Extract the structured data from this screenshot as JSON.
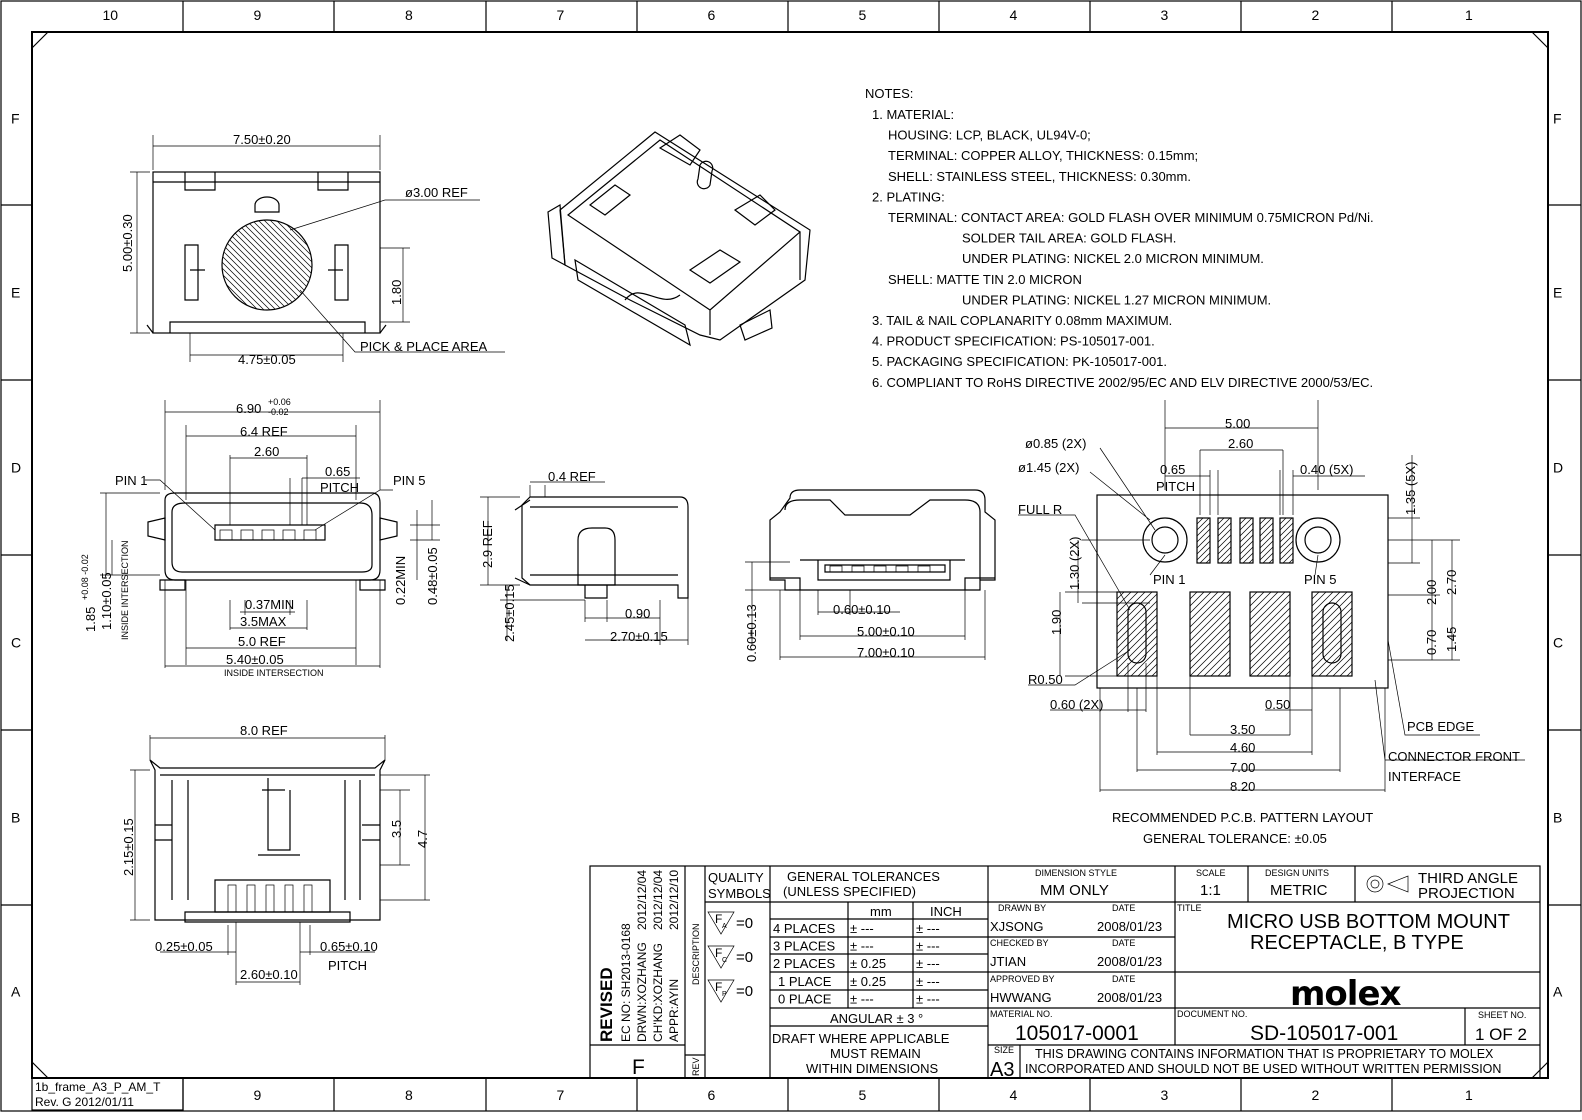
{
  "frame": {
    "columns": [
      "10",
      "9",
      "8",
      "7",
      "6",
      "5",
      "4",
      "3",
      "2",
      "1"
    ],
    "rows": [
      "F",
      "E",
      "D",
      "C",
      "B",
      "A"
    ],
    "template_name": "1b_frame_A3_P_AM_T",
    "template_rev": "Rev. G 2012/01/11"
  },
  "notes": {
    "heading": "NOTES:",
    "lines": [
      "1. MATERIAL:",
      "HOUSING: LCP, BLACK, UL94V-0;",
      "TERMINAL: COPPER ALLOY, THICKNESS: 0.15mm;",
      "SHELL: STAINLESS STEEL, THICKNESS: 0.30mm.",
      "2. PLATING:",
      "TERMINAL: CONTACT AREA: GOLD FLASH OVER MINIMUM 0.75MICRON Pd/Ni.",
      "SOLDER TAIL AREA: GOLD FLASH.",
      "UNDER PLATING: NICKEL 2.0 MICRON MINIMUM.",
      "SHELL:  MATTE TIN 2.0 MICRON",
      "UNDER PLATING: NICKEL 1.27 MICRON MINIMUM.",
      "3. TAIL & NAIL COPLANARITY 0.08mm MAXIMUM.",
      "4. PRODUCT SPECIFICATION: PS-105017-001.",
      "5. PACKAGING SPECIFICATION: PK-105017-001.",
      "6. COMPLIANT TO RoHS DIRECTIVE 2002/95/EC AND ELV DIRECTIVE 2000/53/EC."
    ]
  },
  "views": {
    "top": {
      "width": "7.50±0.20",
      "height": "5.00±0.30",
      "circle": "ø3.00 REF",
      "offset": "1.80",
      "pick_width": "4.75±0.05",
      "pick_label": "PICK & PLACE AREA"
    },
    "front": {
      "overall": "6.90",
      "overall_tol_plus": "+0.06",
      "overall_tol_minus": "-0.02",
      "ref": "6.4 REF",
      "span": "2.60",
      "pitch": "0.65",
      "pitch_label": "PITCH",
      "pin1": "PIN 1",
      "pin5": "PIN 5",
      "h1": "1.85",
      "h1_tol": "+0.08 -0.02",
      "h2": "1.10±0.05",
      "inside": "INSIDE INTERSECTION",
      "min1": "0.22MIN",
      "h3": "0.48±0.05",
      "min2": "0.37MIN",
      "max": "3.5MAX",
      "ref5": "5.0 REF",
      "w540": "5.40±0.05",
      "inside2": "INSIDE INTERSECTION"
    },
    "side": {
      "ref": "0.4 REF",
      "height_ref": "2.9 REF",
      "height": "2.45±0.15",
      "d1": "0.90",
      "d2": "2.70±0.15"
    },
    "rear": {
      "h": "0.60±0.13",
      "d1": "0.60±0.10",
      "d2": "5.00±0.10",
      "d3": "7.00±0.10"
    },
    "bottom": {
      "ref": "8.0 REF",
      "h1": "3.5",
      "h2": "4.7",
      "h3": "2.15±0.15",
      "w1": "0.25±0.05",
      "pitch": "0.65±0.10",
      "pitch_label": "PITCH",
      "span": "2.60±0.10"
    },
    "pcb": {
      "d500": "5.00",
      "d260": "2.60",
      "hole1": "ø0.85 (2X)",
      "hole2": "ø1.45 (2X)",
      "pitch": "0.65",
      "pitch_label": "PITCH",
      "pad_w": "0.40 (5X)",
      "pad_h": "1.35 (5X)",
      "full_r": "FULL R",
      "slot": "1.30 (2X)",
      "pin1": "PIN 1",
      "pin5": "PIN 5",
      "v200": "2.00",
      "v270": "2.70",
      "v190": "1.90",
      "v070": "0.70",
      "v145": "1.45",
      "r050": "R0.50",
      "w060": "0.60 (2X)",
      "w050": "0.50",
      "w350": "3.50",
      "w460": "4.60",
      "w700": "7.00",
      "w820": "8.20",
      "pcb_edge": "PCB EDGE",
      "front1": "CONNECTOR FRONT",
      "front2": "INTERFACE",
      "caption": "RECOMMENDED P.C.B. PATTERN LAYOUT",
      "tolerance": "GENERAL TOLERANCE: ±0.05"
    }
  },
  "title_block": {
    "revision": {
      "revised": "REVISED",
      "ec_no": "EC NO: SH2013-0168",
      "drwn": "DRWN:XOZHANG",
      "drwn_date": "2012/12/04",
      "chkd": "CH'KD:XOZHANG",
      "chkd_date": "2012/12/04",
      "appr": "APPR:AYIN",
      "appr_date": "2012/12/10",
      "rev": "F",
      "description_label": "DESCRIPTION",
      "rev_label": "REV"
    },
    "quality": {
      "label1": "QUALITY",
      "label2": "SYMBOLS",
      "symbols": [
        "F",
        "F",
        "F"
      ],
      "subs": [
        "A",
        "C",
        "P"
      ],
      "value": "=0"
    },
    "tolerances": {
      "title1": "GENERAL TOLERANCES",
      "title2": "(UNLESS SPECIFIED)",
      "col_mm": "mm",
      "col_inch": "INCH",
      "rows": [
        {
          "label": "4 PLACES",
          "mm": "± ---",
          "inch": "± ---"
        },
        {
          "label": "3 PLACES",
          "mm": "± ---",
          "inch": "± ---"
        },
        {
          "label": "2 PLACES",
          "mm": "± 0.25",
          "inch": "± ---"
        },
        {
          "label": "1 PLACE",
          "mm": "± 0.25",
          "inch": "± ---"
        },
        {
          "label": "0 PLACE",
          "mm": "± ---",
          "inch": "± ---"
        }
      ],
      "angular": "ANGULAR ± 3 °",
      "draft1": "DRAFT WHERE APPLICABLE",
      "draft2": "MUST REMAIN",
      "draft3": "WITHIN DIMENSIONS"
    },
    "dimension_style_label": "DIMENSION STYLE",
    "dimension_style": "MM ONLY",
    "scale_label": "SCALE",
    "scale": "1:1",
    "design_units_label": "DESIGN UNITS",
    "design_units": "METRIC",
    "projection1": "THIRD ANGLE",
    "projection2": "PROJECTION",
    "drawn_by_label": "DRAWN BY",
    "drawn_by": "XJSONG",
    "drawn_date": "2008/01/23",
    "checked_by_label": "CHECKED BY",
    "checked_by": "JTIAN",
    "checked_date": "2008/01/23",
    "approved_by_label": "APPROVED BY",
    "approved_by": "HWWANG",
    "approved_date": "2008/01/23",
    "date_label": "DATE",
    "title_label": "TITLE",
    "title1": "MICRO USB BOTTOM MOUNT",
    "title2": "RECEPTACLE, B TYPE",
    "logo": "molex",
    "material_label": "MATERIAL NO.",
    "material_no": "105017-0001",
    "document_label": "DOCUMENT NO.",
    "document_no": "SD-105017-001",
    "sheet_label": "SHEET NO.",
    "sheet": "1 OF 2",
    "size_label": "SIZE",
    "size": "A3",
    "proprietary1": "THIS DRAWING CONTAINS INFORMATION THAT IS PROPRIETARY TO MOLEX",
    "proprietary2": "INCORPORATED AND SHOULD NOT BE USED WITHOUT WRITTEN PERMISSION"
  }
}
